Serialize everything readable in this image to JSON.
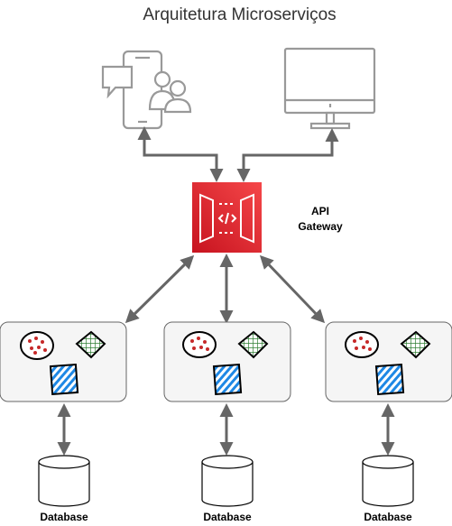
{
  "title": "Arquitetura Microserviços",
  "gateway": {
    "label_line1": "API",
    "label_line2": "Gateway",
    "icon": "api-gateway-icon",
    "color": "#e02a2f"
  },
  "clients": [
    {
      "icon": "mobile-users-icon"
    },
    {
      "icon": "desktop-monitor-icon"
    }
  ],
  "services": [
    {
      "icons": [
        "red-dots-circle-icon",
        "green-grid-diamond-icon",
        "blue-striped-square-icon"
      ]
    },
    {
      "icons": [
        "red-dots-circle-icon",
        "green-grid-diamond-icon",
        "blue-striped-square-icon"
      ]
    },
    {
      "icons": [
        "red-dots-circle-icon",
        "green-grid-diamond-icon",
        "blue-striped-square-icon"
      ]
    }
  ],
  "databases": [
    {
      "label": "Database"
    },
    {
      "label": "Database"
    },
    {
      "label": "Database"
    }
  ],
  "colors": {
    "arrow": "#666666",
    "box_fill": "#f5f5f5",
    "box_stroke": "#666666",
    "client_icon": "#999999"
  }
}
